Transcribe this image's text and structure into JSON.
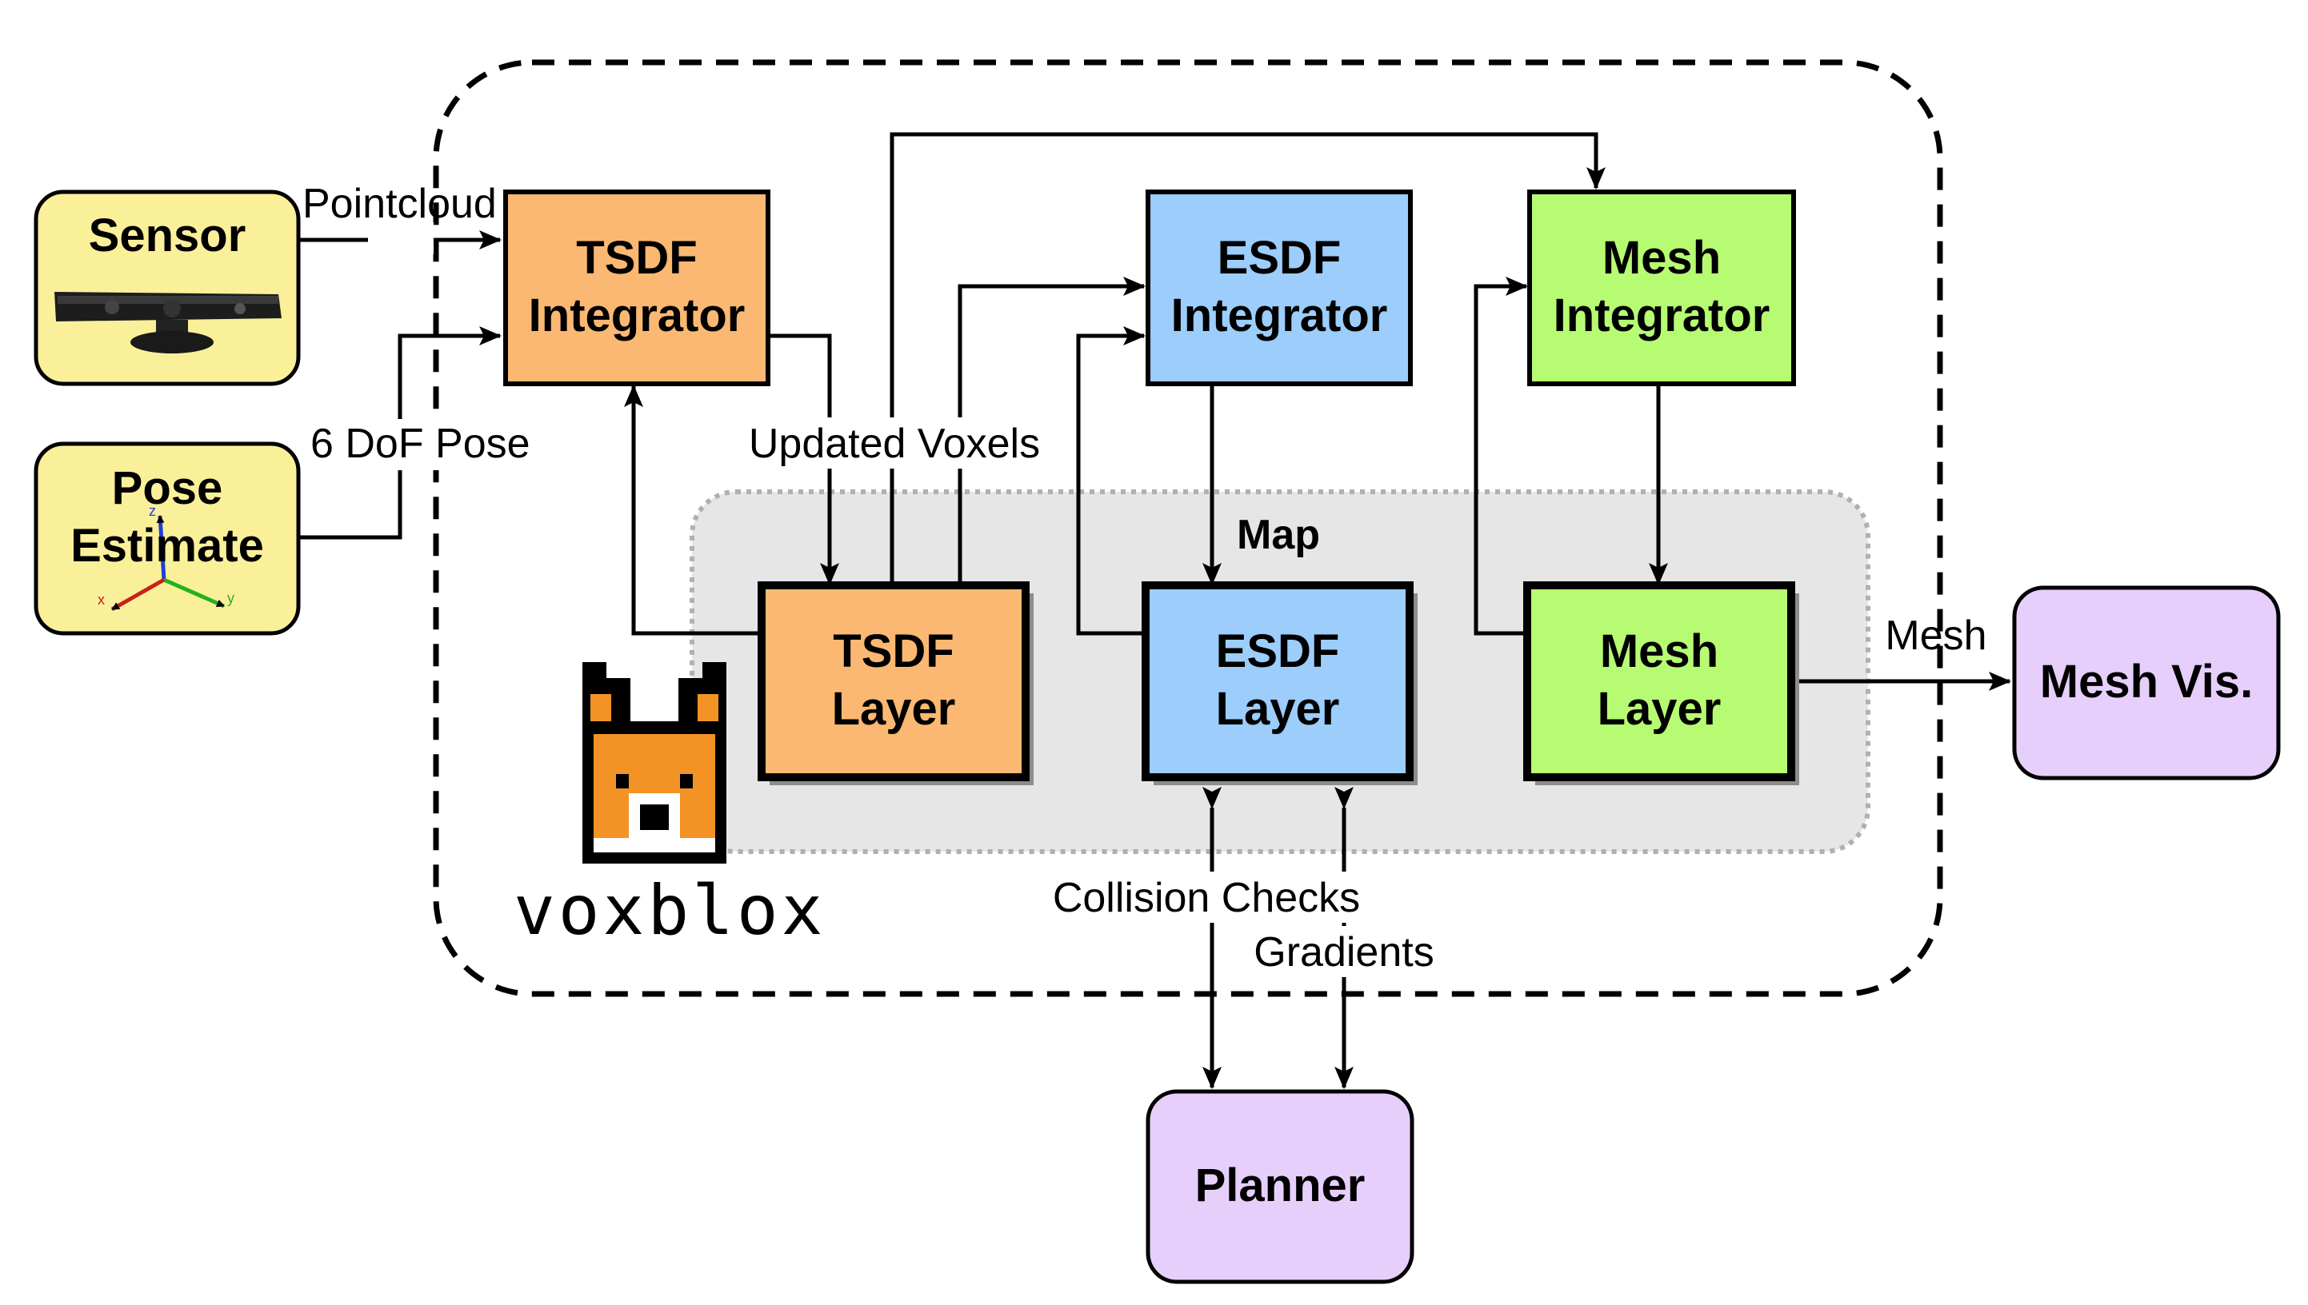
{
  "nodes": {
    "sensor": {
      "label": "Sensor",
      "fill": "#fbf09a"
    },
    "pose_estimate": {
      "line1": "Pose",
      "line2": "Estimate",
      "axis_x": "x",
      "axis_y": "y",
      "axis_z": "z",
      "fill": "#fbf09a"
    },
    "tsdf_integrator": {
      "line1": "TSDF",
      "line2": "Integrator",
      "fill": "#fbb872"
    },
    "esdf_integrator": {
      "line1": "ESDF",
      "line2": "Integrator",
      "fill": "#9ccdfb"
    },
    "mesh_integrator": {
      "line1": "Mesh",
      "line2": "Integrator",
      "fill": "#b6fb72"
    },
    "tsdf_layer": {
      "line1": "TSDF",
      "line2": "Layer",
      "fill": "#fbb872"
    },
    "esdf_layer": {
      "line1": "ESDF",
      "line2": "Layer",
      "fill": "#9ccdfb"
    },
    "mesh_layer": {
      "line1": "Mesh",
      "line2": "Layer",
      "fill": "#b6fb72"
    },
    "mesh_vis": {
      "label": "Mesh Vis.",
      "fill": "#e6cffb"
    },
    "planner": {
      "label": "Planner",
      "fill": "#e6cffb"
    }
  },
  "groups": {
    "map": {
      "label": "Map",
      "fill": "#e6e6e6"
    }
  },
  "edge_labels": {
    "pointcloud": "Pointcloud",
    "pose": "6 DoF Pose",
    "updated_voxels": "Updated Voxels",
    "mesh": "Mesh",
    "collision_checks": "Collision Checks",
    "gradients": "Gradients"
  },
  "logo": {
    "text": "voxblox",
    "accent": "#f39325"
  }
}
